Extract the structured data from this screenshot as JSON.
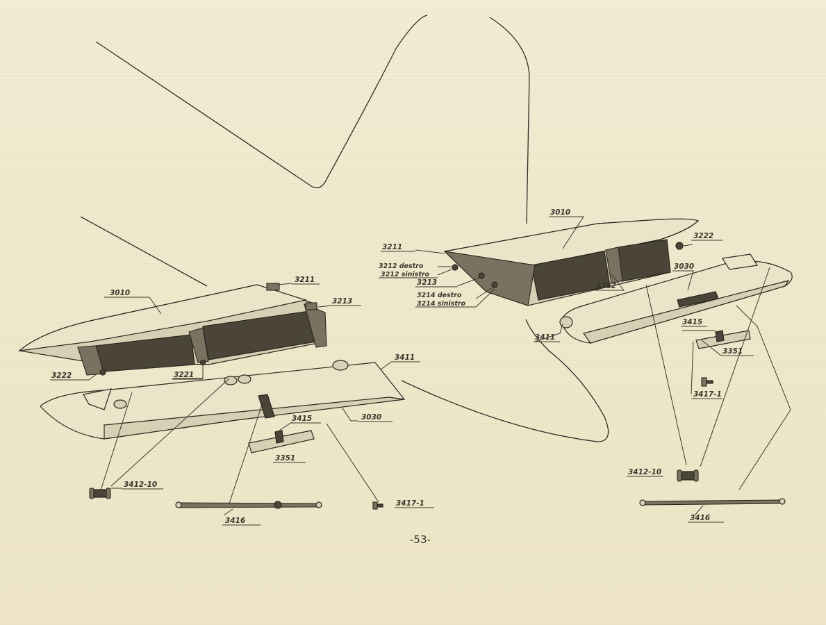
{
  "labels": {
    "left_3010": "3010",
    "left_3211": "3211",
    "left_3213": "3213",
    "left_3222": "3222",
    "left_3221": "3221",
    "left_3411": "3411",
    "left_3030": "3030",
    "left_3415": "3415",
    "left_3351": "3351",
    "left_3412_10": "3412-10",
    "left_3416": "3416",
    "left_3417_1": "3417-1",
    "right_3010": "3010",
    "right_3222": "3222",
    "right_3211": "3211",
    "right_3212_destro": "3212 destro",
    "right_3212_sinistro": "3212 sinistro",
    "right_3213": "3213",
    "right_3214_destro": "3214 destro",
    "right_3214_sinistro": "3214 sinistro",
    "right_5762": "5762",
    "right_3030": "3030",
    "right_3411": "3411",
    "right_3415": "3415",
    "right_3351": "3351",
    "right_3417_1": "3417-1",
    "right_3412_10": "3412-10",
    "right_3416": "3416"
  },
  "page_number": "-53-"
}
